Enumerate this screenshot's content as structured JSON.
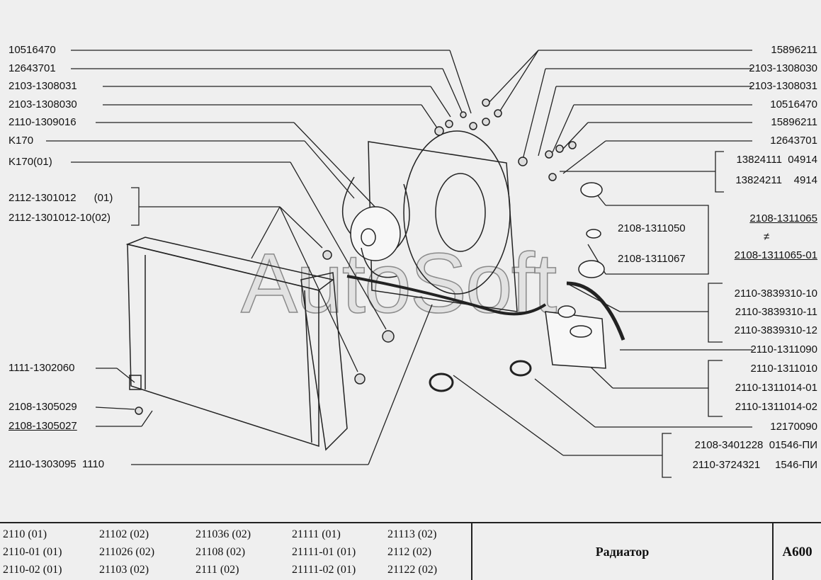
{
  "watermark": "AutoSoft",
  "left_labels": [
    "10516470",
    "12643701",
    "2103-1308031",
    "2103-1308030",
    "2110-1309016",
    "K170",
    "K170(01)",
    "2112-1301012      (01)",
    "2112-1301012-10(02)",
    "1111-1302060",
    "2108-1305029",
    "2108-1305027",
    "2110-1303095  1110"
  ],
  "right_labels": [
    "15896211",
    "2103-1308030",
    "2103-1308031",
    "10516470",
    "15896211",
    "12643701",
    "13824111  04914",
    "13824211    4914",
    "2108-1311065",
    "≠",
    "2108-1311065-01",
    "2108-1311050",
    "2108-1311067",
    "2110-3839310-10",
    "2110-3839310-11",
    "2110-3839310-12",
    "2110-1311090",
    "2110-1311010",
    "2110-1311014-01",
    "2110-1311014-02",
    "12170090",
    "2108-3401228  01546-ПИ",
    "2110-3724321     1546-ПИ"
  ],
  "table": {
    "models": [
      [
        "2110 (01)",
        "21102 (02)",
        "211036 (02)",
        "21111 (01)",
        "21113 (02)"
      ],
      [
        "2110-01 (01)",
        "211026 (02)",
        "21108 (02)",
        "21111-01 (01)",
        "2112 (02)"
      ],
      [
        "2110-02 (01)",
        "21103 (02)",
        "2111 (02)",
        "21111-02 (01)",
        "21122 (02)"
      ]
    ],
    "title": "Радиатор",
    "code": "A600"
  }
}
